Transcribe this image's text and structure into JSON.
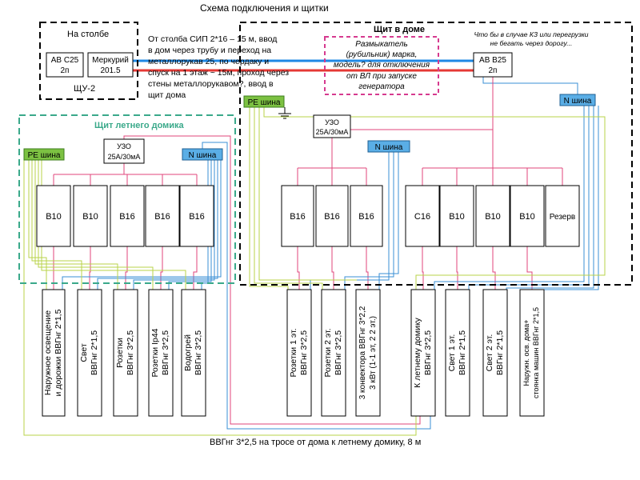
{
  "title": "Схема подключения и щитки",
  "pole": {
    "title": "На столбе",
    "breaker": [
      "АВ С25",
      "2п"
    ],
    "meter": [
      "Меркурий",
      "201.5"
    ],
    "label": "ЩУ-2"
  },
  "cable_note": [
    "От столба СИП 2*16 – 15 м, ввод",
    "в дом через трубу и переход на",
    "металлорукав 25, по чердаку и",
    "спуск на 1 этаж ~ 15м, проход через",
    "стены металлорукавом?, ввод в",
    "щит дома"
  ],
  "house": {
    "title": "Щит в доме",
    "switch_note": [
      "Размыкатель",
      "(рубильник) марка,",
      "модель? для отключения",
      "от ВЛ при запуске",
      "генератора"
    ],
    "fault_note": [
      "Что бы в случае КЗ или перегрузки",
      "не бегать через дорогу..."
    ],
    "main_breaker": [
      "АВ В25",
      "2п"
    ],
    "pe_bus": "PE шина",
    "n_bus_right": "N шина",
    "n_bus_mid": "N шина",
    "rcd": [
      "УЗО",
      "25А/30мА"
    ],
    "breakers": [
      "B16",
      "B16",
      "B16",
      "C16",
      "B10",
      "B10",
      "B10",
      "Резерв"
    ]
  },
  "summer": {
    "title": "Щит летнего домика",
    "pe_bus": "PE шина",
    "n_bus": "N шина",
    "rcd": [
      "УЗО",
      "25А/30мА"
    ],
    "breakers": [
      "B10",
      "B10",
      "B16",
      "B16",
      "B16"
    ]
  },
  "summer_circuits": [
    [
      "Наружное освещение",
      "и дорожки ВВГнг 2*1,5"
    ],
    [
      "Свет",
      "ВВГнг 2*1,5"
    ],
    [
      "Розетки",
      "ВВГнг 3*2,5"
    ],
    [
      "Розетки Ip44",
      "ВВГнг 3*2,5"
    ],
    [
      "Водогрей",
      "ВВГнг 3*2,5"
    ]
  ],
  "house_circuits": [
    [
      "Розетки 1 эт.",
      "ВВГнг 3*2,5"
    ],
    [
      "Розетки 2 эт.",
      "ВВГнг 3*2,5"
    ],
    [
      "3 конвектора ВВГнг 3*2,2",
      "3 кВт (1-1 эт, 2 2 эт.)"
    ],
    [
      "К летнему домику",
      "ВВГнг 3*2,5"
    ],
    [
      "Свет 1 эт.",
      "ВВГнг 2*1,5"
    ],
    [
      "Свет 2 эт.",
      "ВВГнг 2*1,5"
    ],
    [
      "Наружн. осв. дома+",
      "стоянка машин ВВГнг 2*1,5"
    ]
  ],
  "bottom_note": "ВВГнг 3*2,5 на тросе от дома к летнему домику, 8 м",
  "colors": {
    "phase": "#e0457b",
    "neutral": "#3a8fd6",
    "pe": "#b9d34a",
    "main_phase": "#e53935",
    "main_neutral": "#1e88e5",
    "pe_fill": "#7cc142",
    "n_fill": "#5aaee6",
    "summer_frame": "#3aa98a",
    "switch_frame": "#d63a8f"
  }
}
